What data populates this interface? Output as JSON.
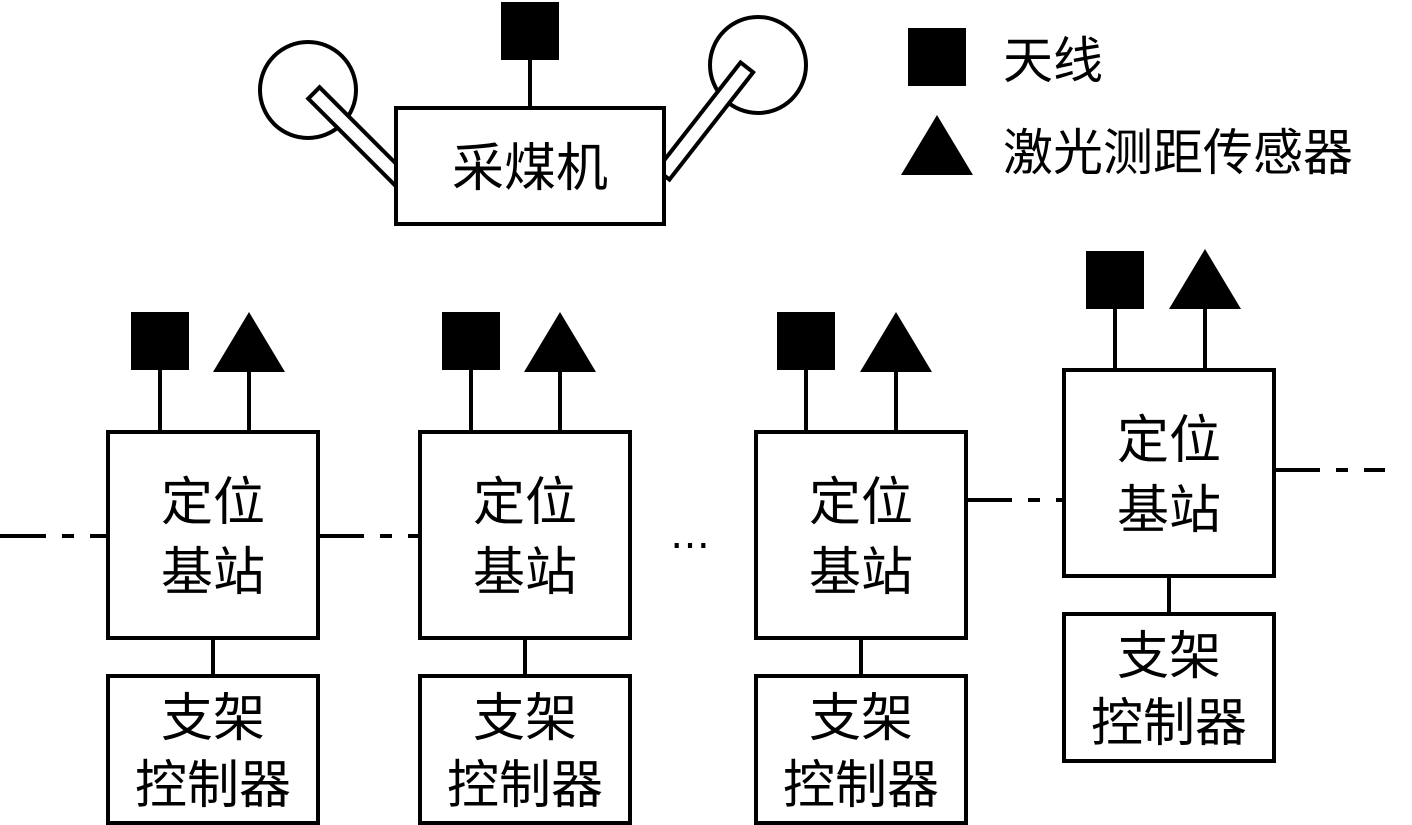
{
  "legend": {
    "antenna_label": "天线",
    "sensor_label": "激光测距传感器"
  },
  "shearer": {
    "label": "采煤机"
  },
  "stations": [
    {
      "line1": "定位",
      "line2": "基站",
      "ctrl1": "支架",
      "ctrl2": "控制器"
    },
    {
      "line1": "定位",
      "line2": "基站",
      "ctrl1": "支架",
      "ctrl2": "控制器"
    },
    {
      "line1": "定位",
      "line2": "基站",
      "ctrl1": "支架",
      "ctrl2": "控制器"
    },
    {
      "line1": "定位",
      "line2": "基站",
      "ctrl1": "支架",
      "ctrl2": "控制器"
    }
  ],
  "ellipsis": "…"
}
